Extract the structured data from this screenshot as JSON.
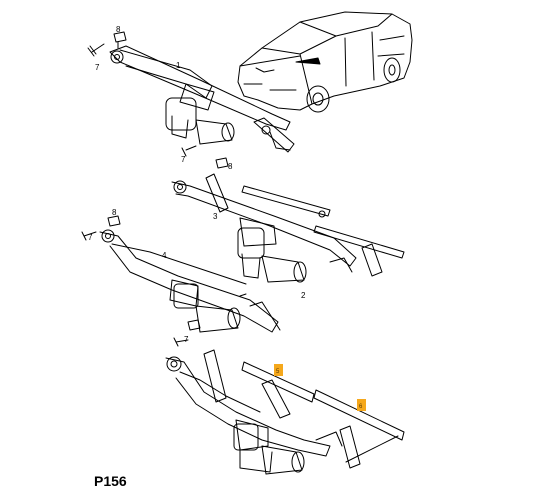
{
  "page_code": "P156",
  "callouts": {
    "bolt_top": "7",
    "nut_top": "8",
    "assembly_1": "1",
    "bolt_mid": "7",
    "nut_mid": "8",
    "linkage_3": "3",
    "nut_left": "8",
    "bolt_left": "7",
    "assembly_4": "4",
    "motor_2": "2",
    "bolt_lower": "7",
    "highlight_a": "5",
    "highlight_b": "6"
  },
  "colors": {
    "ink": "#000000",
    "highlight": "#f5a81c"
  }
}
